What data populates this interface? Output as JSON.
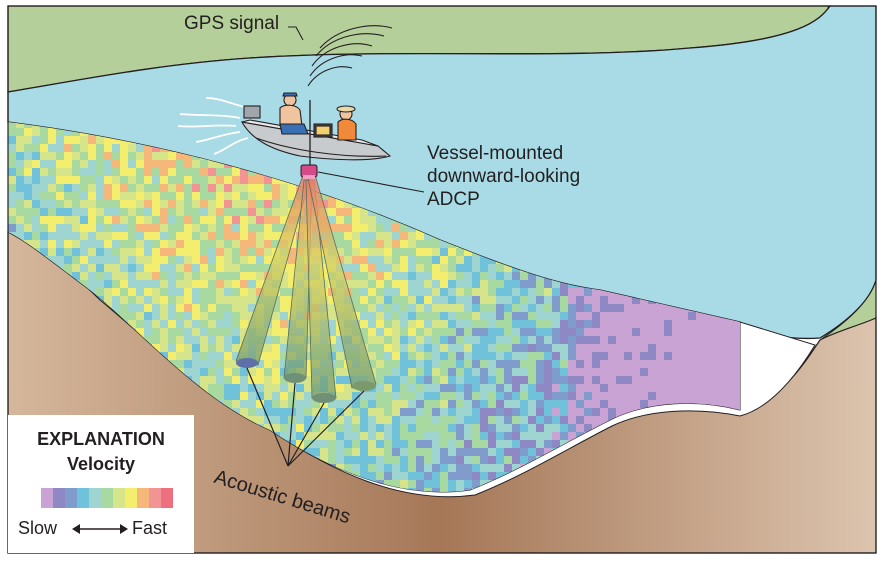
{
  "labels": {
    "gps_signal": "GPS signal",
    "adcp_lines": [
      "Vessel-mounted",
      "downward-looking",
      "ADCP"
    ],
    "acoustic_beams": "Acoustic beams"
  },
  "legend": {
    "title": "EXPLANATION",
    "subtitle": "Velocity",
    "slow": "Slow",
    "fast": "Fast",
    "scale_colors": [
      "#c8a3d4",
      "#8e88c4",
      "#7f9ccd",
      "#6fc2da",
      "#9fd5d0",
      "#a8d9a0",
      "#d6e58a",
      "#f3ee6e",
      "#f6b77a",
      "#f29494",
      "#ee6f7d"
    ]
  },
  "colors": {
    "bank": "#b5cf9a",
    "water": "#a9dbe6",
    "riverbed": "#c8a688",
    "riverbed_dark": "#a87a5a",
    "outline": "#231f20"
  },
  "icons": {
    "boat": "boat-icon",
    "gps": "gps-signal-icon",
    "adcp": "adcp-sensor-icon"
  }
}
